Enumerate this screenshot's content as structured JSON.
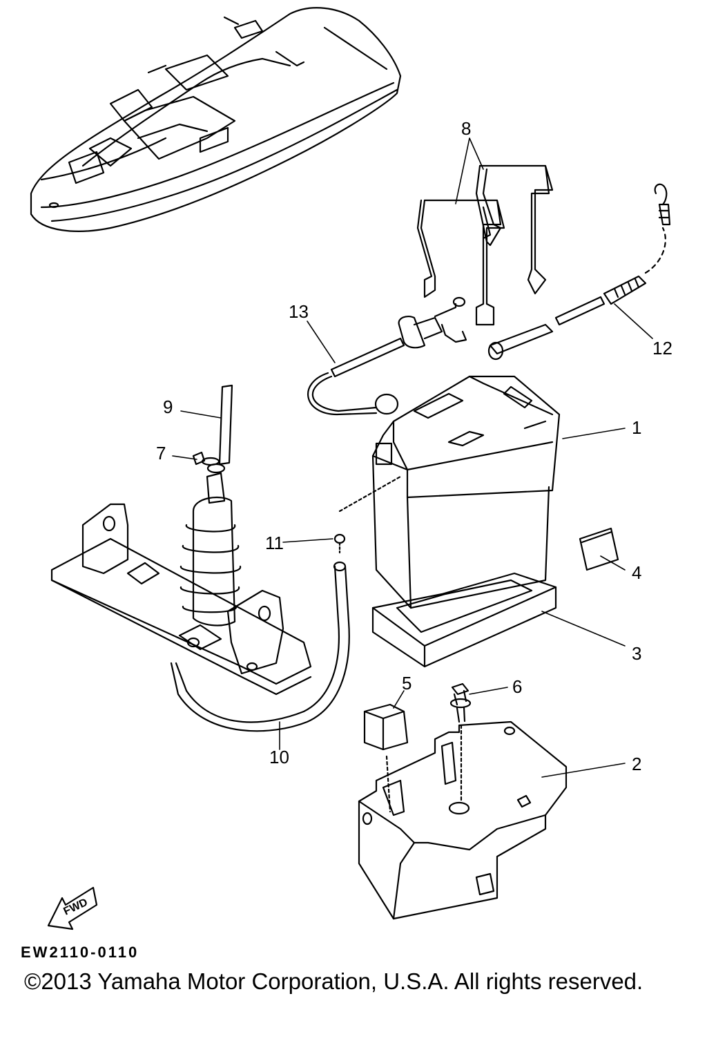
{
  "diagram": {
    "callouts": [
      {
        "id": "1",
        "label": "1"
      },
      {
        "id": "2",
        "label": "2"
      },
      {
        "id": "3",
        "label": "3"
      },
      {
        "id": "4",
        "label": "4"
      },
      {
        "id": "5",
        "label": "5"
      },
      {
        "id": "6",
        "label": "6"
      },
      {
        "id": "7",
        "label": "7"
      },
      {
        "id": "8",
        "label": "8"
      },
      {
        "id": "9",
        "label": "9"
      },
      {
        "id": "10",
        "label": "10"
      },
      {
        "id": "11",
        "label": "11"
      },
      {
        "id": "12",
        "label": "12"
      },
      {
        "id": "13",
        "label": "13"
      }
    ],
    "fwd_label": "FWD",
    "drawing_code": "EW2110-0110"
  },
  "footer": {
    "copyright": "©2013 Yamaha Motor Corporation, U.S.A. All rights reserved."
  }
}
